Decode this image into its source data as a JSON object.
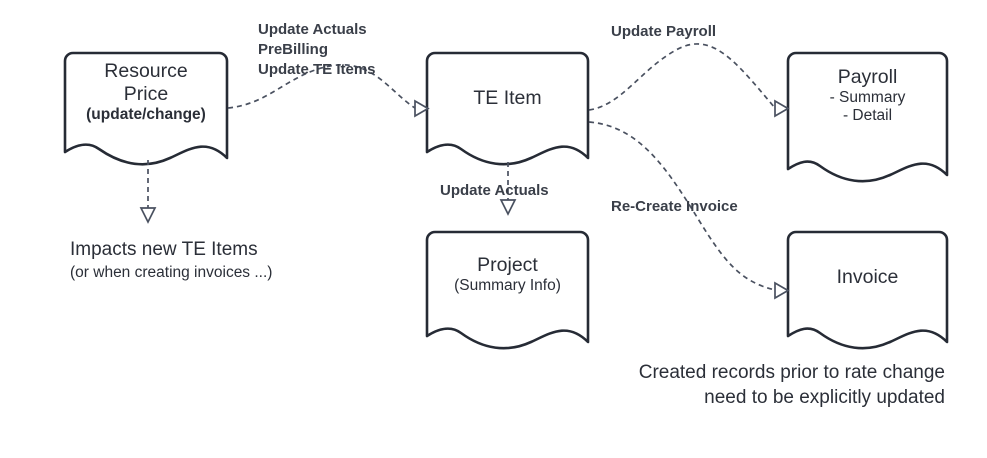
{
  "diagram": {
    "title": "Resource Price update impact flow",
    "colors": {
      "shape_stroke": "#262b35",
      "connector": "#4a5160",
      "text": "#2b2f38",
      "label_text": "#3a3f49",
      "background": "#ffffff"
    },
    "nodes": [
      {
        "id": "resource-price",
        "shape": "document",
        "title": "Resource",
        "title2": "Price",
        "subtitle": "(update/change)",
        "subtitle_bold": true
      },
      {
        "id": "te-item",
        "shape": "document",
        "title": "TE Item",
        "subtitle": "",
        "subtitle_bold": false
      },
      {
        "id": "payroll",
        "shape": "document",
        "title": "Payroll",
        "line2": "- Summary",
        "line3": "- Detail"
      },
      {
        "id": "project",
        "shape": "document",
        "title": "Project",
        "subtitle": "(Summary Info)",
        "subtitle_bold": false
      },
      {
        "id": "invoice",
        "shape": "document",
        "title": "Invoice",
        "subtitle": "",
        "subtitle_bold": false
      }
    ],
    "edges": [
      {
        "id": "resource-price-to-te-item",
        "from": "resource-price",
        "to": "te-item",
        "label_lines": [
          "Update Actuals",
          "PreBilling",
          "Update TE Items"
        ]
      },
      {
        "id": "te-item-to-payroll",
        "from": "te-item",
        "to": "payroll",
        "label_lines": [
          "Update Payroll"
        ]
      },
      {
        "id": "te-item-to-project",
        "from": "te-item",
        "to": "project",
        "label_lines": [
          "Update Actuals"
        ]
      },
      {
        "id": "te-item-to-invoice",
        "from": "te-item",
        "to": "invoice",
        "label_lines": [
          "Re-Create Invoice"
        ]
      },
      {
        "id": "resource-price-to-note",
        "from": "resource-price",
        "to": "impacts-note",
        "label_lines": []
      }
    ],
    "notes": [
      {
        "id": "impacts-note",
        "main": "Impacts new TE Items",
        "sub": "(or when creating invoices ...)"
      },
      {
        "id": "created-records-note",
        "line1": "Created records prior to rate change",
        "line2": "need to be explicitly updated"
      }
    ]
  }
}
